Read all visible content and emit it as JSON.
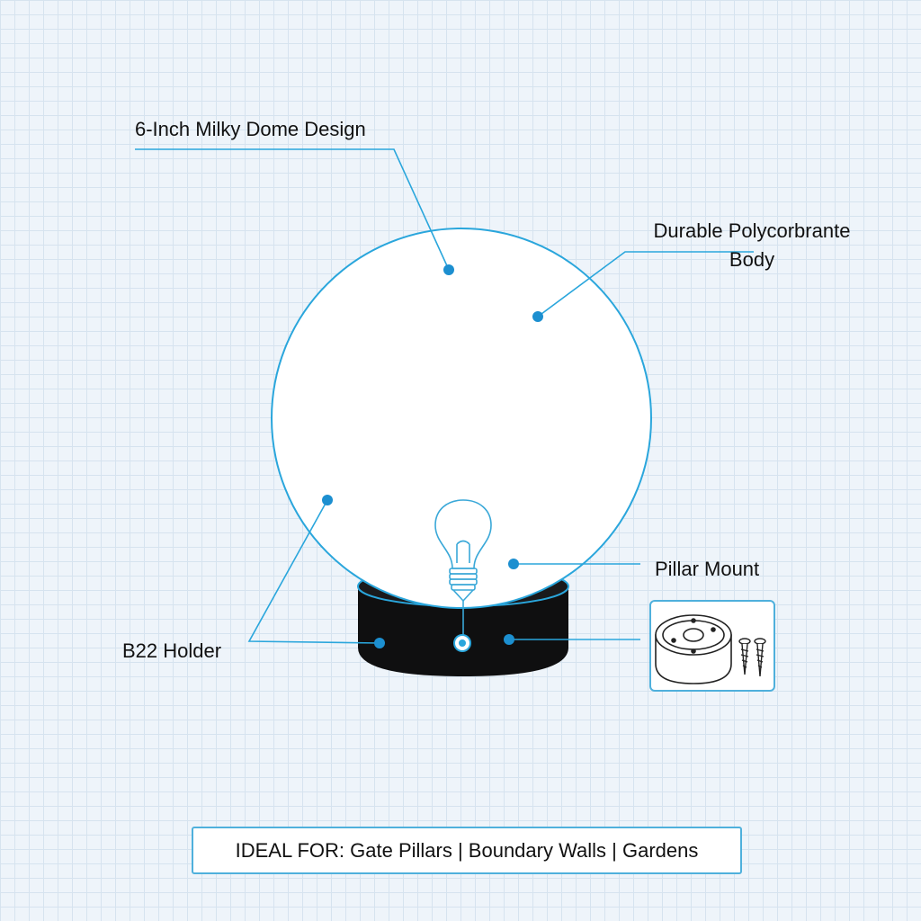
{
  "labels": {
    "dome": "6-Inch Milky Dome Design",
    "body_line1": "Durable Polycorbrante",
    "body_line2": "Body",
    "pillar_mount": "Pillar Mount",
    "holder": "B22 Holder"
  },
  "footer": {
    "ideal_for": "IDEAL FOR: Gate Pillars | Boundary Walls | Gardens"
  },
  "icons": {
    "bulb": "light-bulb-icon",
    "mount": "pillar-mount-base-icon",
    "screws": "screw-icon"
  },
  "colors": {
    "accent": "#2aa6dc",
    "dome_fill": "#ffffff",
    "base_fill": "#0f0f10",
    "background": "#eef4fa"
  }
}
